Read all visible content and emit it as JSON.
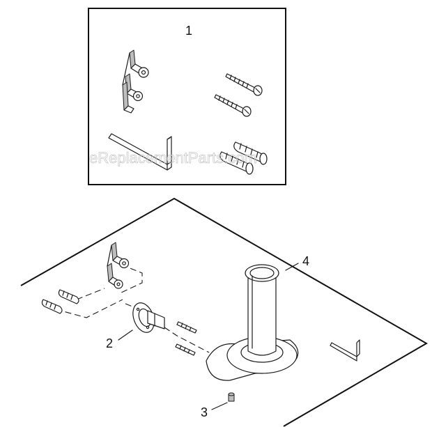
{
  "callouts": {
    "kit": "1",
    "rosette": "2",
    "set_screw": "3",
    "holder": "4"
  },
  "watermark": "eReplacementParts.com",
  "colors": {
    "line": "#1a1a1a",
    "fill_shade": "#bdbdbd",
    "background": "#ffffff"
  }
}
